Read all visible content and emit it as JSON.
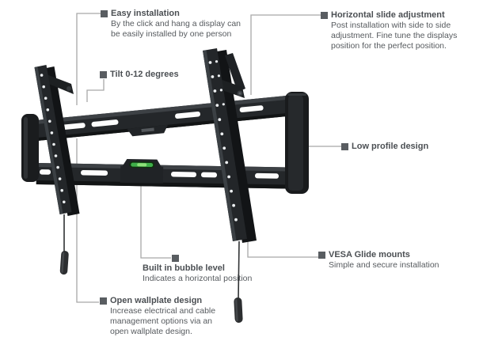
{
  "page": {
    "background": "#ffffff",
    "description": "Annotated product diagram of a tilting TV wall mount"
  },
  "product": {
    "name": "tilting-tv-wall-mount",
    "colors": {
      "body": "#24272a",
      "dark_edge": "#121415",
      "highlight": "#3d4145",
      "bubble_level_green": "#3fae49",
      "connector_line": "#a8a8a8",
      "marker": "#595d61",
      "title_text": "#4b4f53",
      "body_text": "#565a5e"
    }
  },
  "callouts": [
    {
      "title": "Easy installation",
      "lines": [
        "By the click and hang a display can",
        "be easily installed by one person"
      ]
    },
    {
      "title": "Tilt 0-12 degrees",
      "lines": []
    },
    {
      "title": "Horizontal slide adjustment",
      "lines": [
        "Post installation with side to side",
        "adjustment. Fine tune the displays",
        "position for the perfect position."
      ]
    },
    {
      "title": "Low profile design",
      "lines": []
    },
    {
      "title": "Built in bubble level",
      "lines": [
        "Indicates a horizontal position"
      ]
    },
    {
      "title": "VESA Glide mounts",
      "lines": [
        "Simple and secure installation"
      ]
    },
    {
      "title": "Open wallplate design",
      "lines": [
        "Increase electrical and cable",
        "management options via an",
        "open wallplate design."
      ]
    }
  ]
}
